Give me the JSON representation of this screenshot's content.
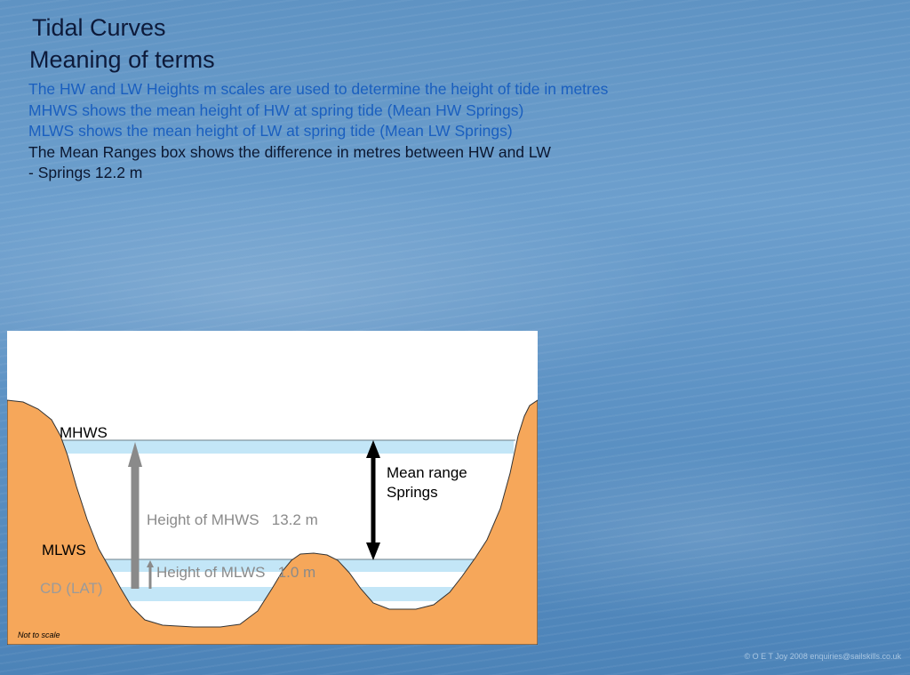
{
  "title": "Tidal Curves",
  "subtitle": "Meaning of terms",
  "lines": [
    "The HW  and LW Heights m scales are used to determine the height of tide in metres",
    "MHWS shows the mean height of HW at spring tide (Mean HW Springs)",
    "MLWS shows the mean height of LW at spring tide (Mean LW Springs)",
    "The Mean Ranges box shows the difference in metres between HW and LW",
    "-  Springs 12.2 m"
  ],
  "diagram": {
    "mhws_label": "MHWS",
    "mlws_label": "MLWS",
    "cd_label": "CD (LAT)",
    "mean_range_label_1": "Mean range",
    "mean_range_label_2": "Springs",
    "height_mhws_label": "Height of MHWS   13.2 m",
    "height_mlws_label": "Height of MLWS   1.0 m",
    "not_to_scale": "Not to scale",
    "colors": {
      "seabed": "#f6a75a",
      "water_band": "#c3e6f7",
      "arrow_grey": "#8a8a8a",
      "arrow_black": "#000000"
    }
  },
  "copyright": "© O E T Joy 2008 enquiries@sailskills.co.uk"
}
